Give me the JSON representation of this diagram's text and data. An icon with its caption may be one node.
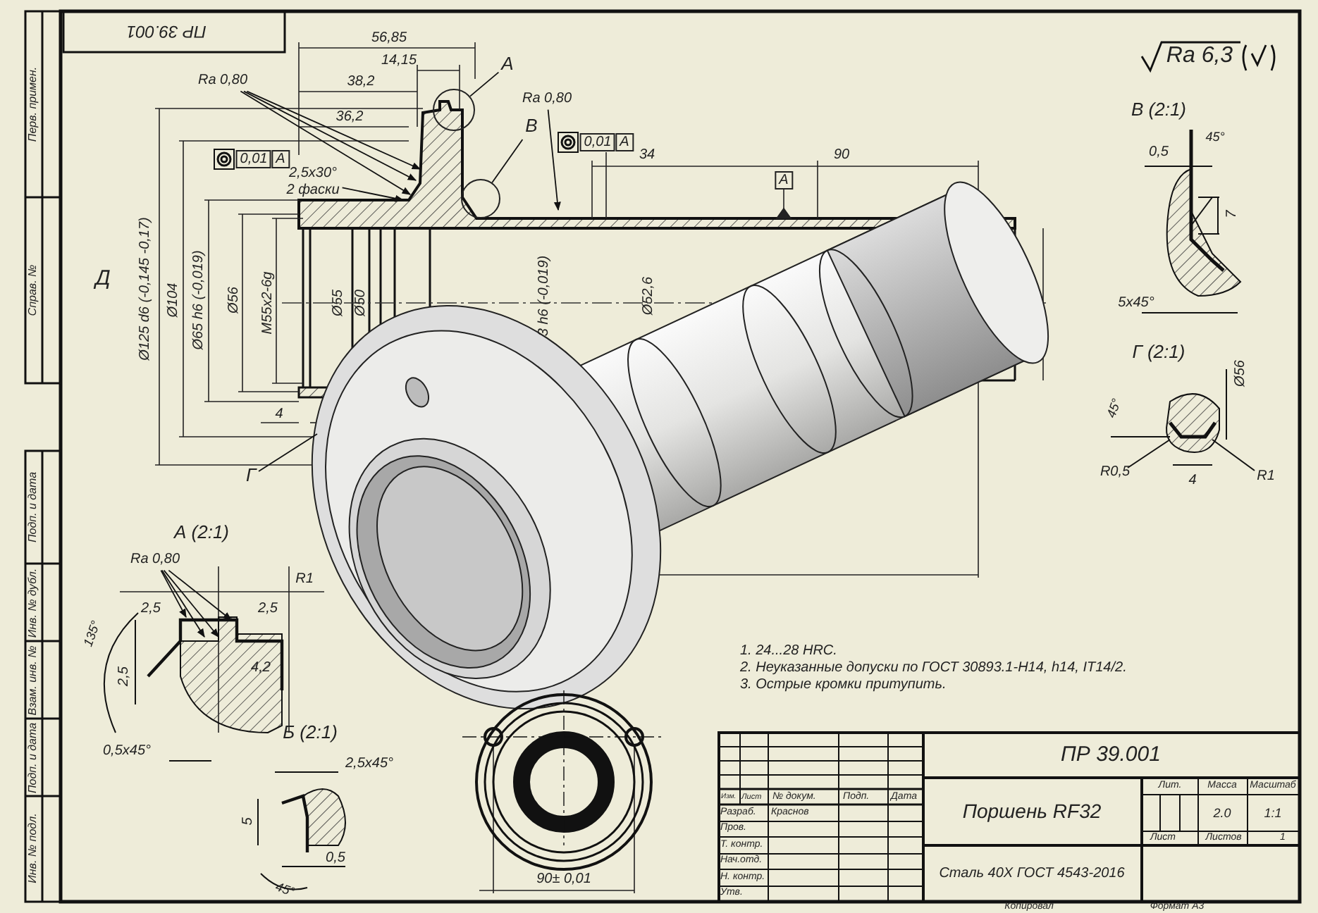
{
  "diagram": {
    "nodes": [
      {
        "text": [
          "А"
        ]
      },
      {
        "text": [],
        "shape": "circle"
      },
      {
        "text": [
          "В"
        ]
      },
      {
        "text": [],
        "shape": "circle"
      },
      {
        "text": [
          "Г"
        ]
      },
      {
        "text": [
          "Ra 0,80"
        ]
      },
      {
        "text": [
          "Ra 0,80"
        ]
      },
      {
        "text": [
          "2,5x30°",
          "2 фаски"
        ]
      },
      {
        "text": [
          "Ra 0,80"
        ]
      }
    ],
    "edges": [
      {
        "from": 0,
        "to": 1,
        "arrow": "none"
      },
      {
        "from": 2,
        "to": 3,
        "arrow": "none"
      },
      {
        "from": 4,
        "to": null,
        "arrow": "none"
      },
      {
        "from": 5,
        "to": null,
        "arrow": "to"
      },
      {
        "from": 5,
        "to": null,
        "arrow": "to"
      },
      {
        "from": 5,
        "to": null,
        "arrow": "to"
      },
      {
        "from": 6,
        "to": null,
        "arrow": "to"
      },
      {
        "from": 7,
        "to": null,
        "arrow": "to"
      },
      {
        "from": 8,
        "to": null,
        "arrow": "to"
      },
      {
        "from": 8,
        "to": null,
        "arrow": "to"
      },
      {
        "from": 8,
        "to": null,
        "arrow": "to"
      },
      {
        "from": 8,
        "to": null,
        "arrow": "to"
      }
    ],
    "labels": [
      "ПР 39.001",
      "Перв. примен.",
      "Справ. №",
      "Подп. и дата",
      "Инв. № дубл.",
      "Взам. инв. №",
      "Подп. и дата",
      "Инв. № подл.",
      "Ra 6,3",
      "56,85",
      "14,15",
      "38,2",
      "36,2",
      "0,01",
      "А",
      "0,01",
      "А",
      "34",
      "90",
      "А",
      "Д",
      "Ø125 d6 (-0,145 -0,17)",
      "Ø104",
      "Ø65 h6 (-0,019)",
      "Ø56",
      "M55x2-6g",
      "Ø55",
      "Ø50",
      "3 h6 (-0,019)",
      "Ø52,6",
      "4",
      "В (2:1)",
      "0,5",
      "45°",
      "7",
      "5x45°",
      "Г (2:1)",
      "45°",
      "Ø56",
      "R0,5",
      "4",
      "R1",
      "А (2:1)",
      "2,5",
      "2,5",
      "R1",
      "135°",
      "2,5",
      "4,2",
      "0,5x45°",
      "Б (2:1)",
      "2,5x45°",
      "5",
      "0,5",
      "45°",
      "90± 0,01",
      "1. 24...28 HRC.",
      "2. Неуказанные допуски по ГОСТ 30893.1-H14, h14, IT14/2.",
      "3. Острые кромки притупить.",
      "ПР 39.001",
      "Лит.",
      "Масса",
      "Масштаб",
      "Изм.",
      "Лист",
      "№ докум.",
      "Подп.",
      "Дата",
      "Разраб.",
      "Краснов",
      "Пров.",
      "Т. контр.",
      "Нач.отд.",
      "Н. контр.",
      "Утв.",
      "Поршень RF32",
      "2.0",
      "1:1",
      "Лист",
      "Листов",
      "1",
      "Сталь 40Х ГОСТ 4543-2016",
      "Копировал",
      "Формат А3"
    ]
  }
}
